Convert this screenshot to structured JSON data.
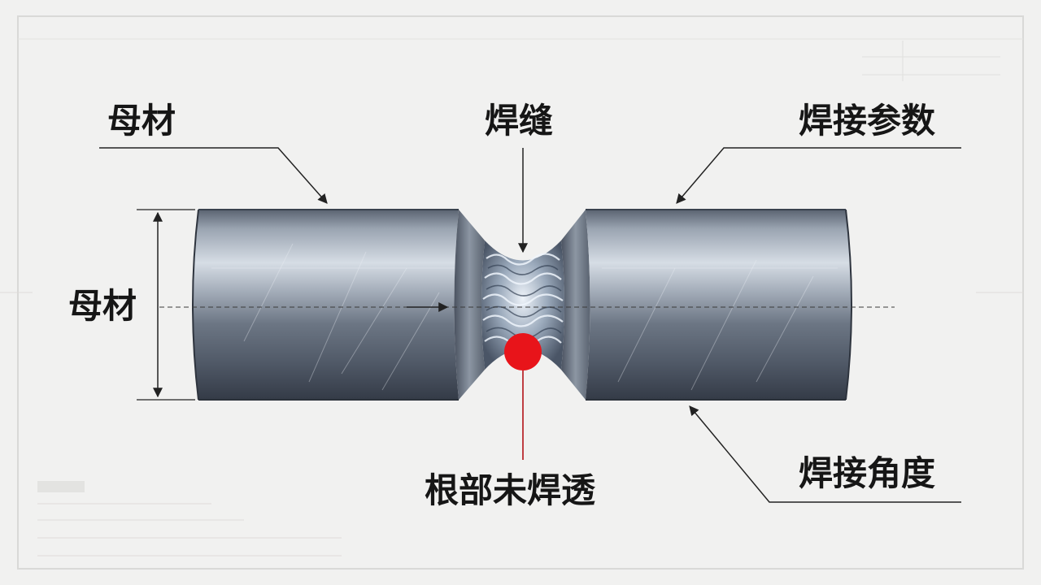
{
  "labels": {
    "base_metal_top": "母材",
    "weld_seam": "焊缝",
    "welding_parameters": "焊接参数",
    "base_metal_side": "母材",
    "incomplete_root_penetration": "根部未焊透",
    "welding_angle": "焊接角度"
  },
  "colors": {
    "background": "#f1f1f0",
    "steel_dark": "#3d4654",
    "steel_light": "#c4ccd6",
    "defect_marker": "#e8141a",
    "leader_line": "#222222",
    "defect_leader": "#b31217"
  }
}
